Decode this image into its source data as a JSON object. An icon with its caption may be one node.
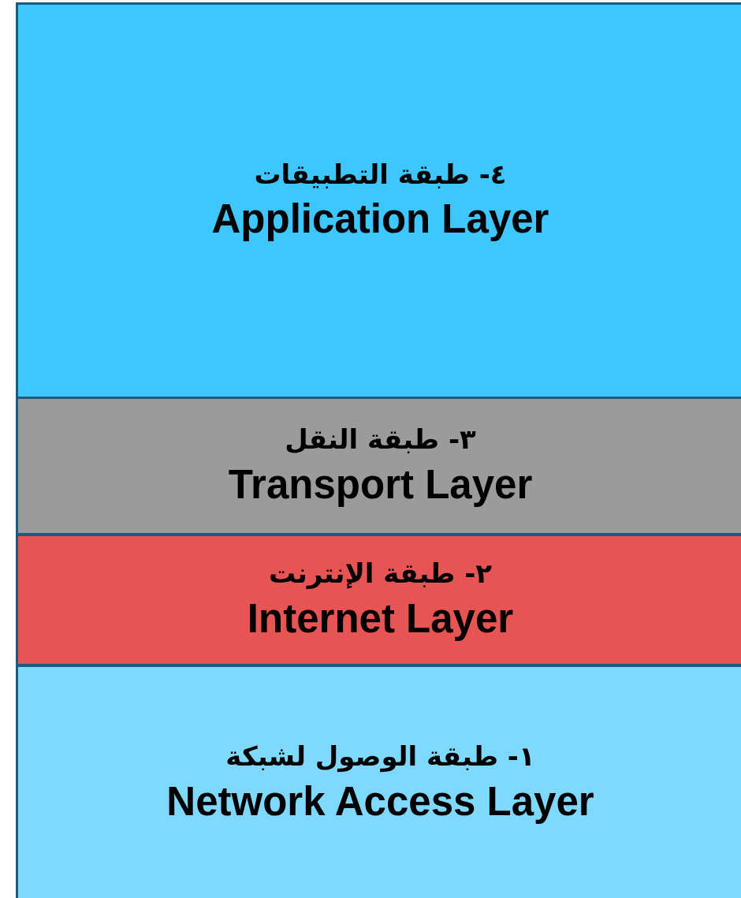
{
  "diagram": {
    "nodes": [
      {
        "text": [
          "٤- طبقة التطبيقات",
          "Application Layer"
        ]
      },
      {
        "text": [
          "٣- طبقة النقل",
          "Transport Layer"
        ]
      },
      {
        "text": [
          "٢- طبقة الإنترنت",
          "Internet Layer"
        ]
      },
      {
        "text": [
          "١- طبقة الوصول لشبكة",
          "Network Access Layer"
        ]
      }
    ]
  }
}
